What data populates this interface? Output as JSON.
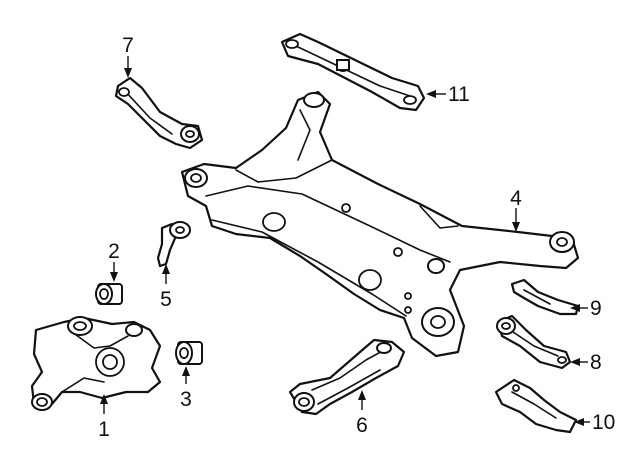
{
  "callouts": [
    {
      "id": 1,
      "label": "1"
    },
    {
      "id": 2,
      "label": "2"
    },
    {
      "id": 3,
      "label": "3"
    },
    {
      "id": 4,
      "label": "4"
    },
    {
      "id": 5,
      "label": "5"
    },
    {
      "id": 6,
      "label": "6"
    },
    {
      "id": 7,
      "label": "7"
    },
    {
      "id": 8,
      "label": "8"
    },
    {
      "id": 9,
      "label": "9"
    },
    {
      "id": 10,
      "label": "10"
    },
    {
      "id": 11,
      "label": "11"
    }
  ]
}
